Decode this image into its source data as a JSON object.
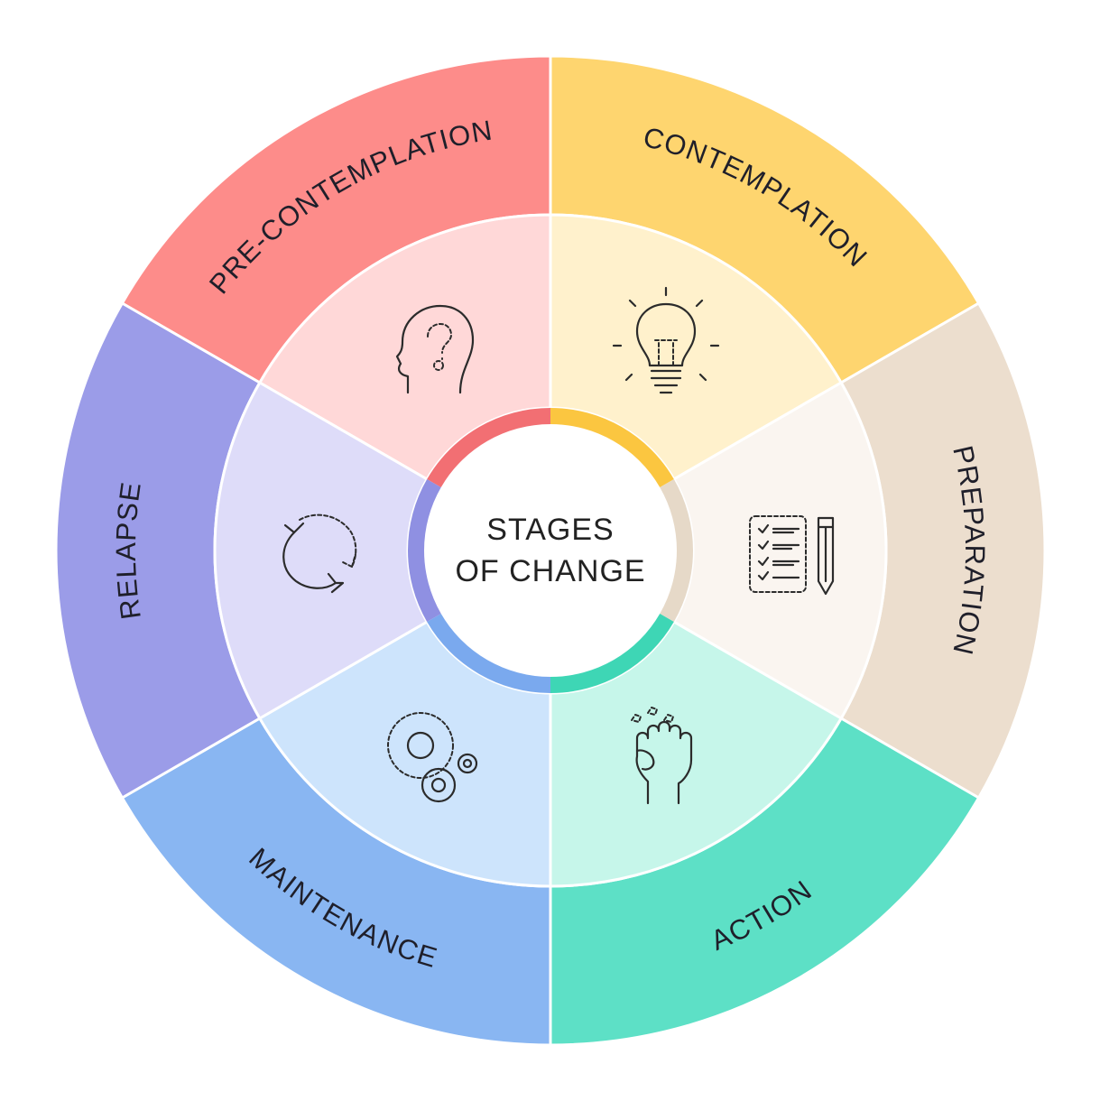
{
  "title": [
    "STAGES",
    "OF CHANGE"
  ],
  "stages": [
    {
      "key": "precontemplation",
      "label": "PRE-CONTEMPLATION",
      "icon": "head-question-icon",
      "outer": "#fd8c8a",
      "inner": "#ffd8d8",
      "ring": "#f26f73"
    },
    {
      "key": "contemplation",
      "label": "CONTEMPLATION",
      "icon": "lightbulb-icon",
      "outer": "#fed56f",
      "inner": "#fff1cc",
      "ring": "#fbc640"
    },
    {
      "key": "preparation",
      "label": "PREPARATION",
      "icon": "checklist-pencil-icon",
      "outer": "#ecdece",
      "inner": "#faf5f0",
      "ring": "#e6d9c8"
    },
    {
      "key": "action",
      "label": "ACTION",
      "icon": "raised-fist-icon",
      "outer": "#5de0c6",
      "inner": "#c6f6ea",
      "ring": "#3ed6b5"
    },
    {
      "key": "maintenance",
      "label": "MAINTENANCE",
      "icon": "gears-icon",
      "outer": "#89b6f2",
      "inner": "#cde4fc",
      "ring": "#7aa9ee"
    },
    {
      "key": "relapse",
      "label": "RELAPSE",
      "icon": "cycle-arrows-icon",
      "outer": "#9b9ce8",
      "inner": "#dedcf9",
      "ring": "#8f90e2"
    }
  ]
}
